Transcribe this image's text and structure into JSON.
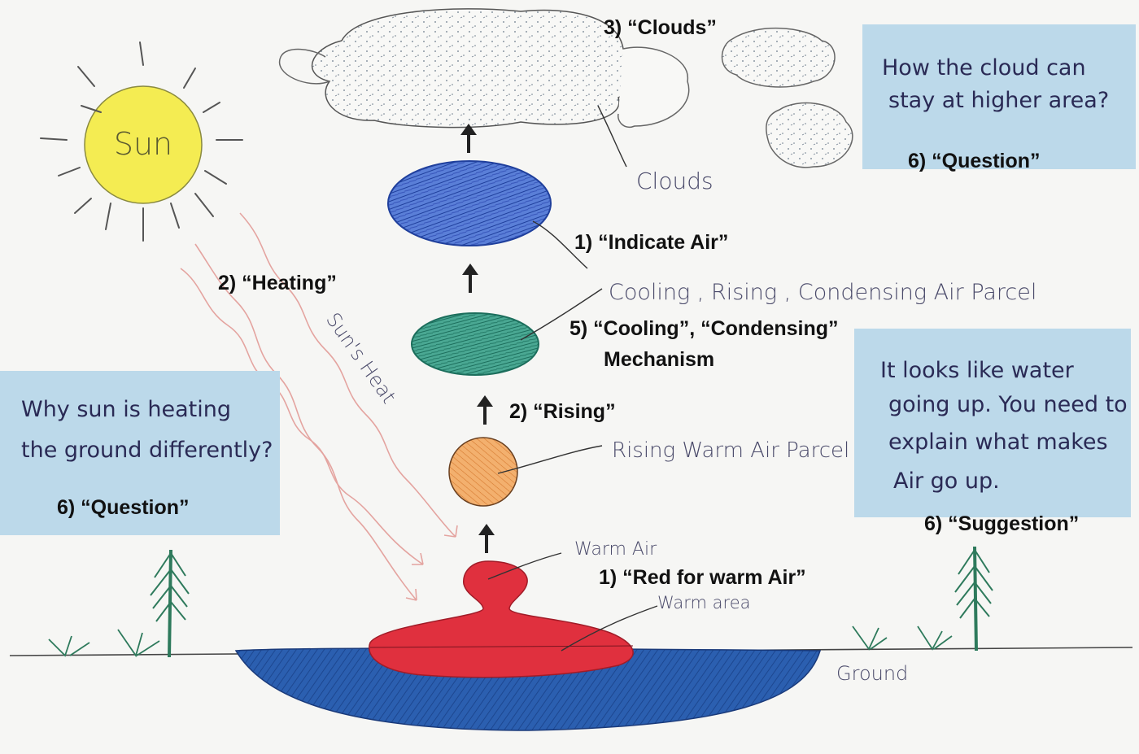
{
  "sun": {
    "label": "Sun"
  },
  "labels": {
    "clouds": "Clouds",
    "suns_heat": "Sun's Heat",
    "cooling_rising": "Cooling , Rising , Condensing  Air Parcel",
    "rising_warm": "Rising  Warm  Air Parcel",
    "warm_air": "Warm Air",
    "warm_area": "Warm area",
    "ground": "Ground"
  },
  "annotations": {
    "clouds": "3) “Clouds”",
    "indicate_air": "1) “Indicate Air”",
    "heating": "2) “Heating”",
    "cooling_condensing": "5) “Cooling”, “Condensing”",
    "mechanism": "Mechanism",
    "rising": "2) “Rising”",
    "red_warm": "1) “Red for warm Air”"
  },
  "notes": {
    "top_right": {
      "line1": "How the cloud can",
      "line2": "stay at higher area?",
      "tag": "6) “Question”"
    },
    "left": {
      "line1": "Why sun is heating",
      "line2": "the ground differently?",
      "tag": "6) “Question”"
    },
    "right": {
      "line1": "It looks like water",
      "line2": "going up. You need to",
      "line3": "explain what makes",
      "line4": "Air go up.",
      "tag": "6) “Suggestion”"
    }
  },
  "colors": {
    "sun": "#f4ec52",
    "note": "#bcd9ea",
    "warm_red": "#e0303e",
    "water_blue": "#2b5fb0",
    "parcel_blue": "#3d63c4",
    "parcel_green": "#2f8e78",
    "parcel_orange": "#f0a560",
    "heat_line": "#e4a4a0"
  }
}
